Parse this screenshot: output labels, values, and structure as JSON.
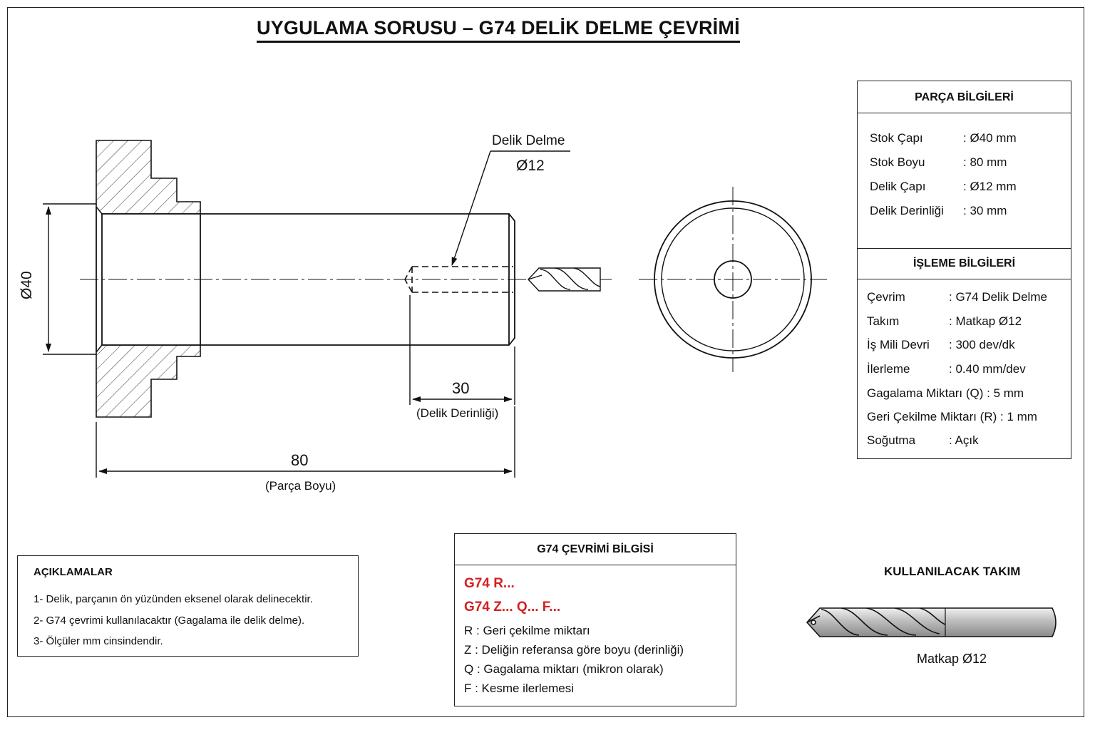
{
  "title": "UYGULAMA SORUSU – G74 DELİK DELME ÇEVRİMİ",
  "drawing": {
    "hole_label": "Delik Delme",
    "hole_dia": "Ø12",
    "dia_label": "Ø40",
    "depth_value": "30",
    "depth_caption": "(Delik Derinliği)",
    "length_value": "80",
    "length_caption": "(Parça Boyu)"
  },
  "part_info": {
    "header": "PARÇA BİLGİLERİ",
    "rows": [
      {
        "label": "Stok Çapı",
        "value": ":  Ø40 mm"
      },
      {
        "label": "Stok Boyu",
        "value": ":  80   mm"
      },
      {
        "label": "Delik Çapı",
        "value": ":  Ø12 mm"
      },
      {
        "label": "Delik Derinliği",
        "value": ":  30   mm"
      }
    ]
  },
  "process_info": {
    "header": "İŞLEME BİLGİLERİ",
    "rows": [
      {
        "label": "Çevrim",
        "value": ":  G74 Delik Delme"
      },
      {
        "label": "Takım",
        "value": ":  Matkap Ø12"
      },
      {
        "label": "İş Mili Devri",
        "value": ":  300 dev/dk"
      },
      {
        "label": "İlerleme",
        "value": ":  0.40 mm/dev"
      },
      {
        "text": "Gagalama Miktarı (Q)  :  5 mm"
      },
      {
        "text": "Geri Çekilme Miktarı (R)  :  1 mm"
      },
      {
        "label": "Soğutma",
        "value": ":  Açık"
      }
    ]
  },
  "notes": {
    "header": "AÇIKLAMALAR",
    "items": [
      "1- Delik, parçanın ön yüzünden eksenel olarak delinecektir.",
      "2- G74 çevrimi kullanılacaktır (Gagalama ile delik delme).",
      "3- Ölçüler mm cinsindendir."
    ]
  },
  "g74_info": {
    "header": "G74 ÇEVRİMİ BİLGİSİ",
    "code_line1": "G74  R...",
    "code_line2": "G74  Z...  Q...  F...",
    "defs": [
      "R  :  Geri çekilme miktarı",
      "Z  :  Deliğin referansa göre boyu (derinliği)",
      "Q  :  Gagalama miktarı (mikron olarak)",
      "F  :  Kesme ilerlemesi"
    ],
    "code_color": "#d42020"
  },
  "tool": {
    "header": "KULLANILACAK TAKIM",
    "caption": "Matkap Ø12"
  }
}
